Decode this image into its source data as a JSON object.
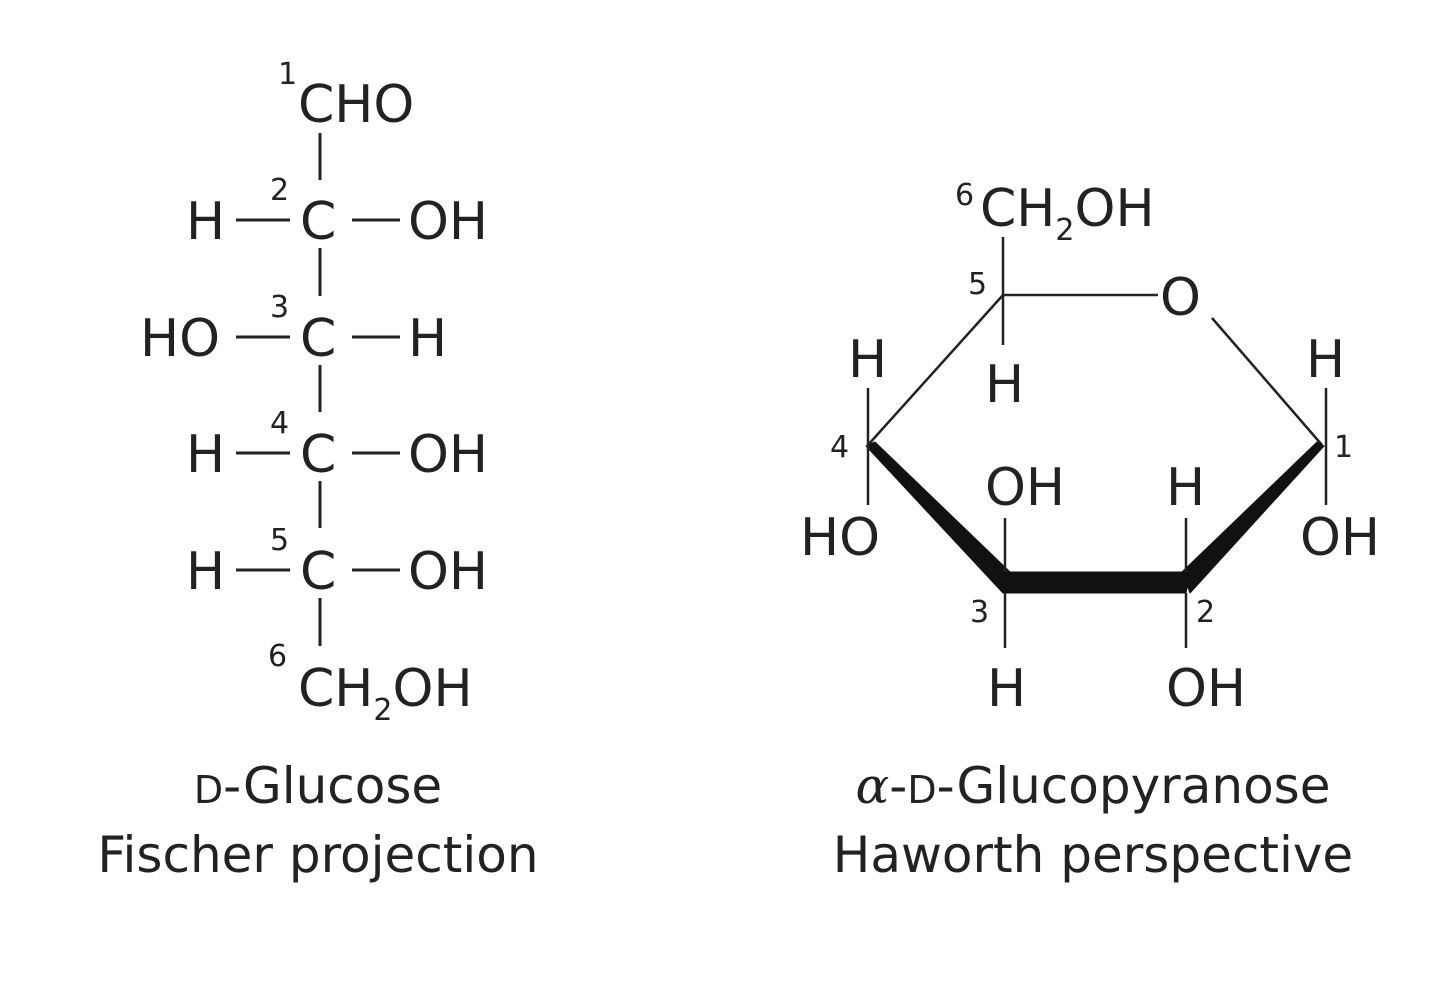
{
  "fischer": {
    "c1": {
      "num": "1",
      "group": "CHO"
    },
    "c2": {
      "num": "2",
      "left": "H",
      "center": "C",
      "right": "OH"
    },
    "c3": {
      "num": "3",
      "left": "HO",
      "center": "C",
      "right": "H"
    },
    "c4": {
      "num": "4",
      "left": "H",
      "center": "C",
      "right": "OH"
    },
    "c5": {
      "num": "5",
      "left": "H",
      "center": "C",
      "right": "OH"
    },
    "c6": {
      "num": "6",
      "group_main": "CH",
      "group_sub": "2",
      "group_end": "OH"
    },
    "caption_smallcaps": "D",
    "caption_rest": "-Glucose",
    "caption_line2": "Fischer projection"
  },
  "haworth": {
    "c6": {
      "num": "6",
      "group_main": "CH",
      "group_sub": "2",
      "group_end": "OH"
    },
    "ring_oxygen": "O",
    "c5": {
      "num": "5",
      "down": "H"
    },
    "c4": {
      "num": "4",
      "up": "H",
      "down": "HO"
    },
    "c3": {
      "num": "3",
      "up": "OH",
      "down": "H"
    },
    "c2": {
      "num": "2",
      "up": "H",
      "down": "OH"
    },
    "c1": {
      "num": "1",
      "up": "H",
      "down": "OH"
    },
    "caption_alpha": "α",
    "caption_dash": "-",
    "caption_smallcaps": "D",
    "caption_rest": "-Glucopyranose",
    "caption_line2": "Haworth perspective"
  }
}
